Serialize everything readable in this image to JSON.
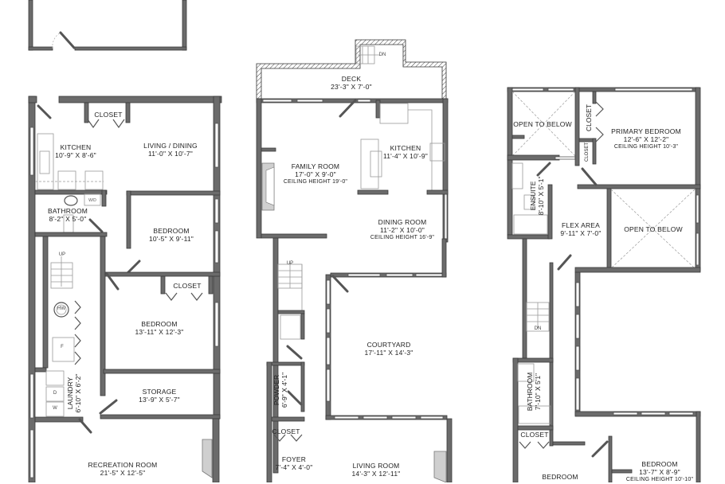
{
  "floor_plan": {
    "lower_level": {
      "rooms": [
        {
          "name": "KITCHEN",
          "dims": "10'-9\" X 8'-6\""
        },
        {
          "name": "LIVING / DINING",
          "dims": "11'-0\" X 10'-7\""
        },
        {
          "name": "BATHROOM",
          "dims": "8'-2\" X 5'-0\""
        },
        {
          "name": "BEDROOM",
          "dims": "10'-5\" X 9'-11\""
        },
        {
          "name": "BEDROOM",
          "dims": "13'-11\" X 12'-3\""
        },
        {
          "name": "STORAGE",
          "dims": "13'-9\" X 5'-7\""
        },
        {
          "name": "LAUNDRY",
          "dims": "6'-10\" X 6'-2\""
        },
        {
          "name": "RECREATION ROOM",
          "dims": "21'-5\" X 12'-5\""
        }
      ],
      "closets": [
        "CLOSET",
        "CLOSET"
      ],
      "fixtures": {
        "washer_dryer": "W/D",
        "hot_water": "HW",
        "furnace": "F",
        "dryer": "D",
        "washer": "W",
        "stair": "UP"
      }
    },
    "main_level": {
      "rooms": [
        {
          "name": "DECK",
          "dims": "23'-3\" X 7'-0\""
        },
        {
          "name": "FAMILY ROOM",
          "dims": "17'-0\" X 9'-0\"",
          "ceiling": "CEILING HEIGHT 19'-0\""
        },
        {
          "name": "KITCHEN",
          "dims": "11'-4\" X 10'-9\""
        },
        {
          "name": "DINING ROOM",
          "dims": "11'-2\" X 10'-0\"",
          "ceiling": "CEILING HEIGHT 16'-9\""
        },
        {
          "name": "COURTYARD",
          "dims": "17'-11\" X 14'-3\""
        },
        {
          "name": "POWDER",
          "dims": "6'-9\" X 4'-1\""
        },
        {
          "name": "FOYER",
          "dims": "7'-4\" X 4'-0\""
        },
        {
          "name": "LIVING ROOM",
          "dims": "14'-3\" X 12'-11\""
        }
      ],
      "closets": [
        "CLOSET"
      ],
      "stairs": {
        "deck": "DN",
        "interior": "UP"
      }
    },
    "upper_level": {
      "rooms": [
        {
          "name": "OPEN TO BELOW",
          "dims": ""
        },
        {
          "name": "PRIMARY BEDROOM",
          "dims": "12'-6\" X 12'-2\"",
          "ceiling": "CEILING HEIGHT 10'-3\""
        },
        {
          "name": "ENSUITE",
          "dims": "8'-10\" X 5'-1\""
        },
        {
          "name": "FLEX AREA",
          "dims": "9'-11\" X 7'-0\""
        },
        {
          "name": "OPEN TO BELOW",
          "dims": ""
        },
        {
          "name": "BATHROOM",
          "dims": "7'-10\" X 5'1\""
        },
        {
          "name": "BEDROOM",
          "dims": ""
        },
        {
          "name": "BEDROOM",
          "dims": "13'-7\" X 8'-9\"",
          "ceiling": "CEILING HEIGHT 10'-10\""
        }
      ],
      "closets": [
        "CLOSET",
        "CLOSET",
        "CLOSET"
      ],
      "stairs": {
        "interior": "DN"
      }
    }
  }
}
